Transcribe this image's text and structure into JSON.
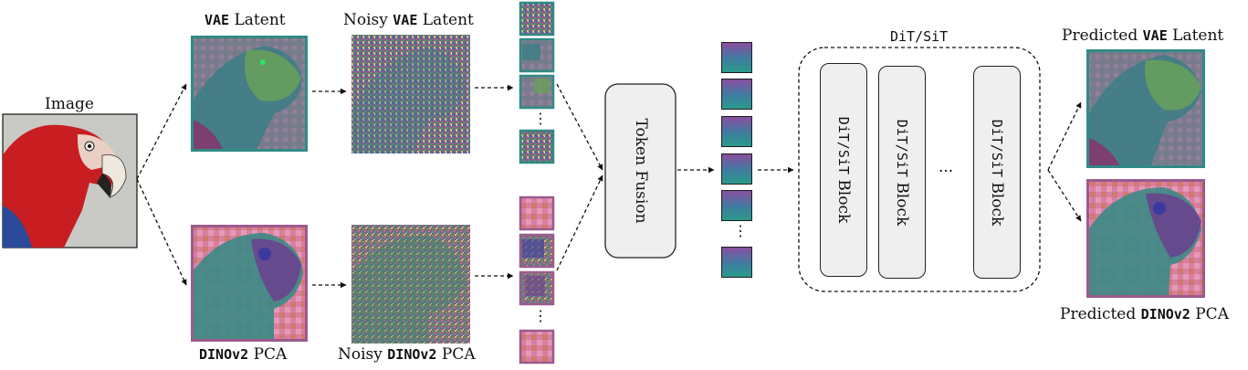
{
  "labels": {
    "image": "Image",
    "vae_latent_mono": "VAE",
    "vae_latent_rest": " Latent",
    "noisy_vae_pre": "Noisy ",
    "noisy_vae_mono": "VAE",
    "noisy_vae_post": " Latent",
    "dino_mono": "DINOv2",
    "dino_rest": " PCA",
    "noisy_dino_pre": "Noisy ",
    "noisy_dino_mono": "DINOv2",
    "noisy_dino_post": " PCA",
    "token_fusion": "Token Fusion",
    "dit_group_title": "DiT/SiT",
    "dit_block_mono": "DiT/SiT",
    "dit_block_rest": " Block",
    "ellipsis": "···",
    "vdots": "⋮",
    "pred_vae_pre": "Predicted ",
    "pred_vae_mono": "VAE",
    "pred_vae_post": " Latent",
    "pred_dino_pre": "Predicted ",
    "pred_dino_mono": "DINOv2",
    "pred_dino_post": " PCA"
  },
  "colors": {
    "vae_border": "#2f8b85",
    "dino_border": "#9b5a8f",
    "block_fill": "#efefef",
    "token_top": "#8a4fa0",
    "token_bottom": "#2b9a8a"
  }
}
